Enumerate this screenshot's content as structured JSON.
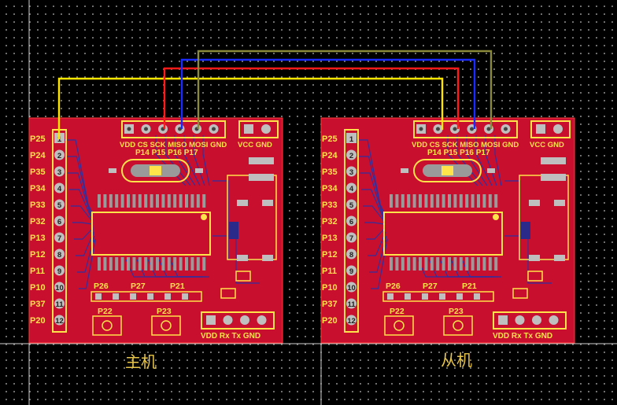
{
  "colors": {
    "board": "#c8102e",
    "silk": "#ffe34a",
    "trace": "#2233aa",
    "wire_yellow": "#ffe600",
    "wire_red": "#ff1a1a",
    "wire_blue": "#1a2bff",
    "wire_olive": "#8a8a3a"
  },
  "boards": [
    {
      "caption": "主机"
    },
    {
      "caption": "从机"
    }
  ],
  "silk": {
    "pin_labels": [
      "P25",
      "P24",
      "P35",
      "P34",
      "P33",
      "P32",
      "P13",
      "P12",
      "P11",
      "P10",
      "P37",
      "P20"
    ],
    "pin_numbers": [
      "1",
      "2",
      "3",
      "4",
      "5",
      "6",
      "7",
      "8",
      "9",
      "10",
      "11",
      "12"
    ],
    "spi_header": "VDD CS SCK MISO MOSI GND",
    "port_labels": "P14 P15 P16 P17",
    "power_header": "VCC GND",
    "uart_header": "VDD Rx Tx GND",
    "led_labels": [
      "P26",
      "P27",
      "P21"
    ],
    "button_labels": [
      "P22",
      "P23"
    ]
  }
}
